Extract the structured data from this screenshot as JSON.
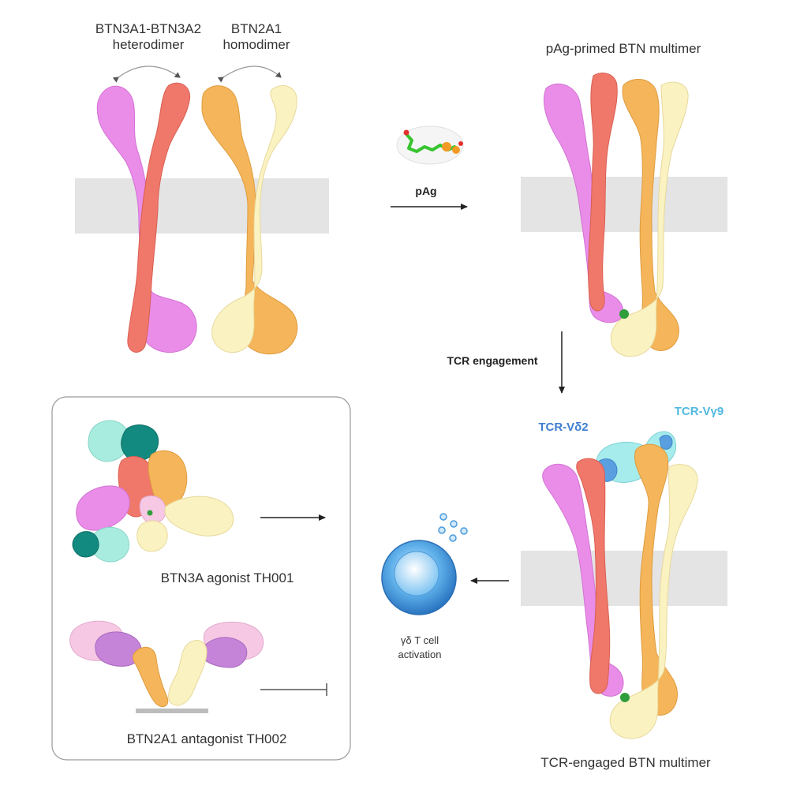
{
  "labels": {
    "panel1_left_title_line1": "BTN3A1-BTN3A2",
    "panel1_left_title_line2": "heterodimer",
    "panel1_right_title_line1": "BTN2A1",
    "panel1_right_title_line2": "homodimer",
    "arrow_pag": "pAg",
    "panel2_title": "pAg-primed BTN multimer",
    "arrow_tcr": "TCR engagement",
    "tcr_vdelta": "TCR-Vδ2",
    "tcr_vgamma": "TCR-Vγ9",
    "panel3_title": "TCR-engaged BTN multimer",
    "cell_label_line1": "γδ T cell",
    "cell_label_line2": "activation",
    "agonist_label": "BTN3A agonist TH001",
    "antagonist_label": "BTN2A1 antagonist TH002"
  },
  "colors": {
    "btn3a1": "#e98de9",
    "btn3a2": "#f0786a",
    "btn2a1_dark": "#f5b55a",
    "btn2a1_light": "#fbf2c2",
    "membrane": "#e4e4e4",
    "tcr_delta": "#5a9fe0",
    "tcr_gamma": "#a6ecec",
    "antibody_dark": "#128a80",
    "antibody_light": "#a8ece0",
    "antibody_pink": "#f6c8e4",
    "antibody_purple": "#c584d8",
    "cell_blue": "#3b95d8",
    "pag_green": "#37c42e",
    "pag_orange": "#f29a23"
  }
}
